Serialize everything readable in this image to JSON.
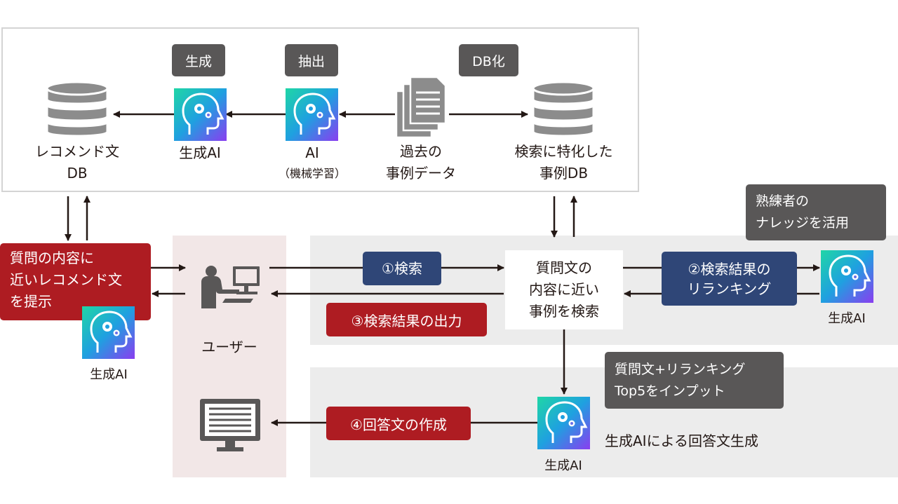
{
  "tags": {
    "generate": "生成",
    "extract": "抽出",
    "db_ize": "DB化",
    "expert": [
      "熟練者の",
      "ナレッジを活用"
    ],
    "input_top5": [
      "質問文+リランキング",
      "Top5をインプット"
    ]
  },
  "nodes": {
    "recommend_db": [
      "レコメンド文",
      "DB"
    ],
    "gen_ai_top": "生成AI",
    "ml_ai": [
      "AI",
      "（機械学習）"
    ],
    "past_cases": [
      "過去の",
      "事例データ"
    ],
    "case_db": [
      "検索に特化した",
      "事例DB"
    ],
    "present_rec": [
      "質問の内容に",
      "近いレコメンド文",
      "を提示"
    ],
    "gen_ai_left": "生成AI",
    "user": "ユーザー",
    "search_box": [
      "質問文の",
      "内容に近い",
      "事例を検索"
    ],
    "gen_ai_right": "生成AI",
    "gen_ai_bottom": "生成AI",
    "answer_gen": "生成AIによる回答文生成"
  },
  "steps": {
    "s1": "①検索",
    "s2": [
      "②検索結果の",
      "リランキング"
    ],
    "s3": "③検索結果の出力",
    "s4": "④回答文の作成"
  },
  "colors": {
    "navy": "#2f4677",
    "red": "#ae1c22",
    "gray_tag": "#595757",
    "panel_gray": "#ececec",
    "pink": "#f2e7e7"
  },
  "icons": [
    "database-icon",
    "ai-head-icon",
    "documents-icon",
    "user-computer-icon",
    "monitor-icon"
  ]
}
